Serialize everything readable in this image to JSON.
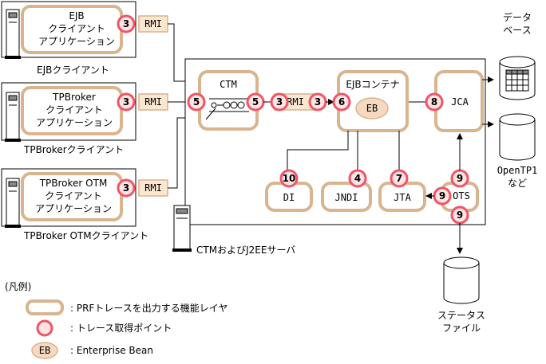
{
  "clients": {
    "ejb": {
      "app_line1": "EJB",
      "app_line2": "クライアント",
      "app_line3": "アプリケーション",
      "caption": "EJBクライアント"
    },
    "tpbroker": {
      "app_line1": "TPBroker",
      "app_line2": "クライアント",
      "app_line3": "アプリケーション",
      "caption": "TPBrokerクライアント"
    },
    "tpbroker_otm": {
      "app_line1": "TPBroker OTM",
      "app_line2": "クライアント",
      "app_line3": "アプリケーション",
      "caption": "TPBroker OTMクライアント"
    }
  },
  "rmi_label": "RMI",
  "server": {
    "caption": "CTMおよびJ2EEサーバ",
    "ctm": "CTM",
    "ejb_container": "EJBコンテナ",
    "eb": "EB",
    "jca": "JCA",
    "di": "DI",
    "jndi": "JNDI",
    "jta": "JTA",
    "ots": "OTS"
  },
  "points": {
    "ejb_client": "3",
    "tpbroker_client": "3",
    "otm_client": "3",
    "ctm_in": "5",
    "ctm_out": "5",
    "rmi_in": "3",
    "rmi_out": "3",
    "ejb_in": "6",
    "jca": "8",
    "di": "10",
    "jndi": "4",
    "jta": "7",
    "ots_top": "9",
    "ots_left": "9",
    "ots_bottom": "9"
  },
  "resources": {
    "database_line1": "データ",
    "database_line2": "ベース",
    "opentp1_line1": "OpenTP1",
    "opentp1_line2": "など",
    "status_line1": "ステータス",
    "status_line2": "ファイル"
  },
  "legend": {
    "title": "(凡例)",
    "layer": ": PRFトレースを出力する機能レイヤ",
    "point": ": トレース取得ポイント",
    "eb_symbol": "EB",
    "eb": ": Enterprise Bean"
  },
  "colors": {
    "layer_border": "#d9b48f",
    "point_border": "#ee5566",
    "point_fill": "#ffe4e4",
    "eb_fill": "#f6d9c0"
  }
}
